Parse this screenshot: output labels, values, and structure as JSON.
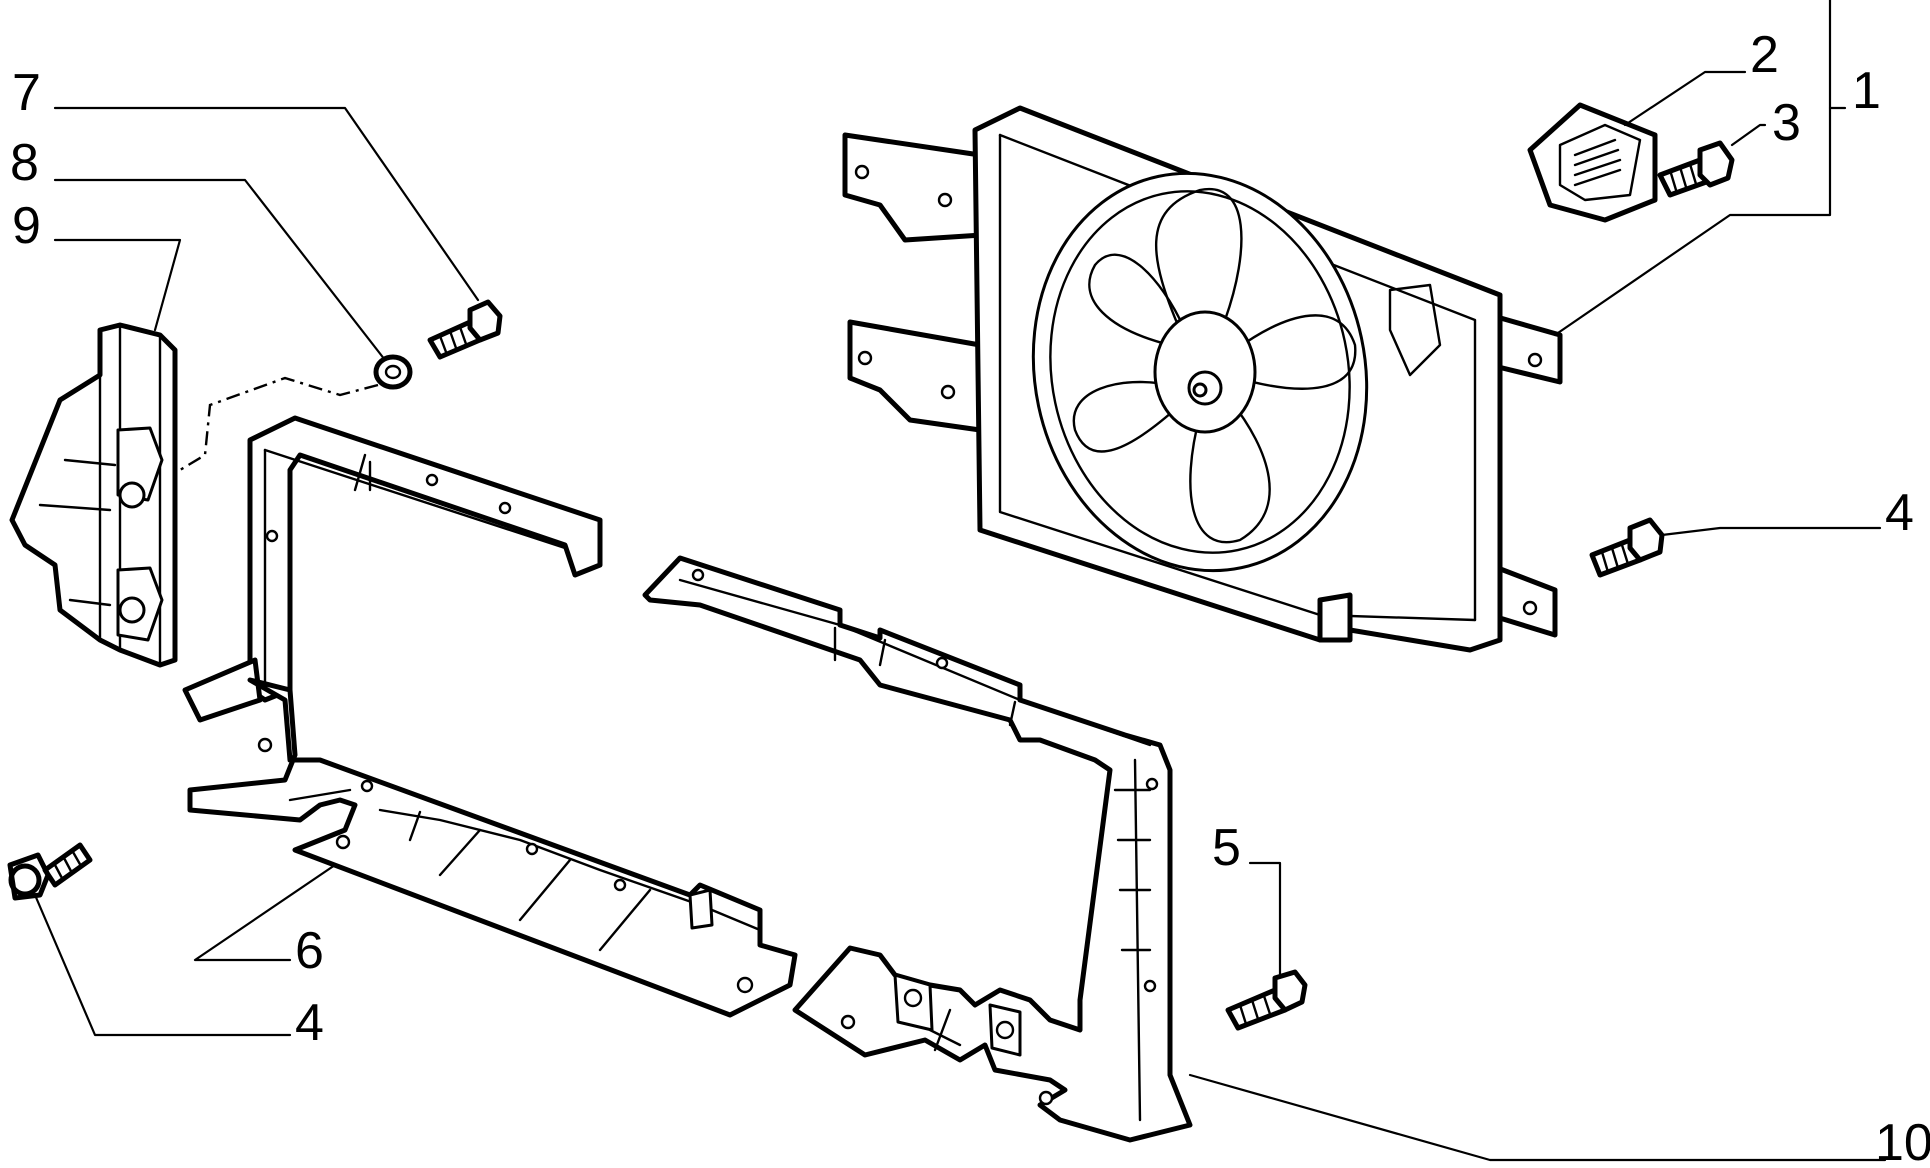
{
  "callouts": {
    "c1": "1",
    "c2": "2",
    "c3": "3",
    "c4a": "4",
    "c4b": "4",
    "c5": "5",
    "c6": "6",
    "c7": "7",
    "c8": "8",
    "c9": "9",
    "c10": "10"
  },
  "parts": [
    {
      "ref": "1",
      "icon": "fan-assembly"
    },
    {
      "ref": "2",
      "icon": "resistor-module"
    },
    {
      "ref": "3",
      "icon": "screw"
    },
    {
      "ref": "4",
      "icon": "bolt"
    },
    {
      "ref": "5",
      "icon": "bolt"
    },
    {
      "ref": "6",
      "icon": "lower-crossmember"
    },
    {
      "ref": "7",
      "icon": "bolt"
    },
    {
      "ref": "8",
      "icon": "washer"
    },
    {
      "ref": "9",
      "icon": "side-bracket"
    },
    {
      "ref": "10",
      "icon": "shroud-frame"
    }
  ],
  "colors": {
    "line": "#000000",
    "background": "#ffffff"
  }
}
